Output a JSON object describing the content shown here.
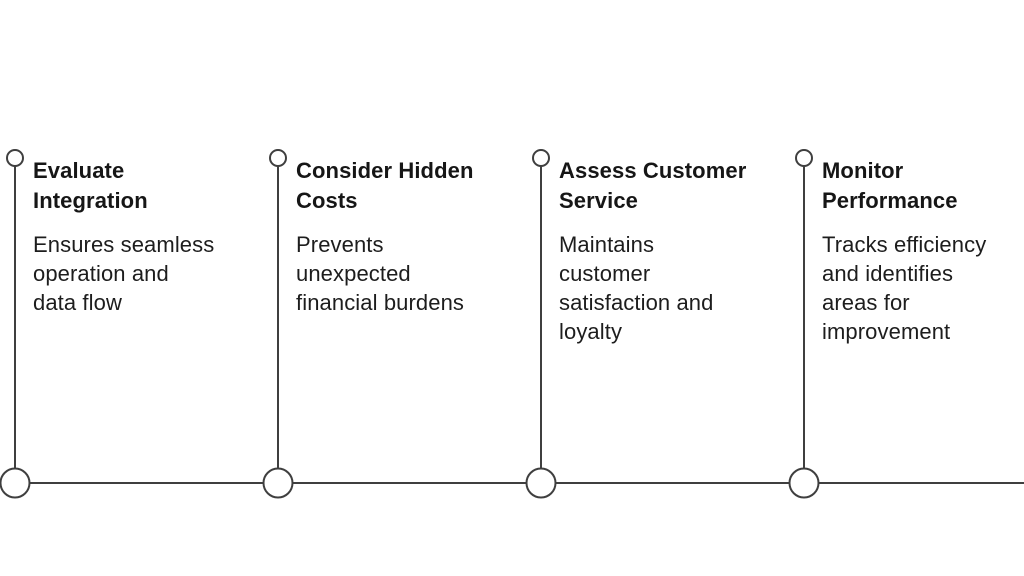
{
  "canvas": {
    "background_color": "#ffffff",
    "stroke_color": "#3f3f3f",
    "title_color": "#161616",
    "body_color": "#1d1d1d"
  },
  "timeline": {
    "items": [
      {
        "title": "Evaluate\nIntegration",
        "description": "Ensures seamless\noperation and\ndata flow"
      },
      {
        "title": "Consider Hidden\nCosts",
        "description": "Prevents\nunexpected\nfinancial burdens"
      },
      {
        "title": "Assess Customer\nService",
        "description": "Maintains\ncustomer\nsatisfaction and\nloyalty"
      },
      {
        "title": "Monitor\nPerformance",
        "description": "Tracks efficiency\nand identifies\nareas for\nimprovement"
      }
    ]
  }
}
